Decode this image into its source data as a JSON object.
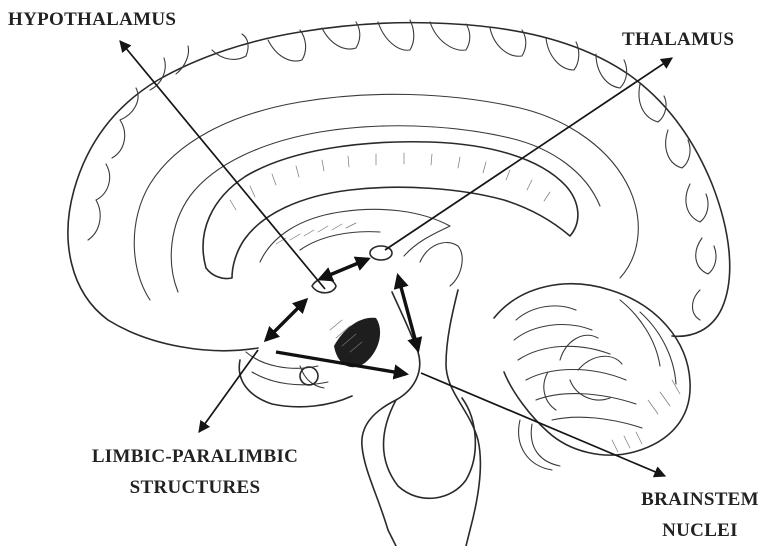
{
  "labels": {
    "hypothalamus": "HYPOTHALAMUS",
    "thalamus": "THALAMUS",
    "limbic_line1": "LIMBIC-PARALIMBIC",
    "limbic_line2": "STRUCTURES",
    "brainstem_line1": "BRAINSTEM",
    "brainstem_line2": "NUCLEI"
  },
  "colors": {
    "ink": "#222222",
    "background": "#ffffff"
  }
}
